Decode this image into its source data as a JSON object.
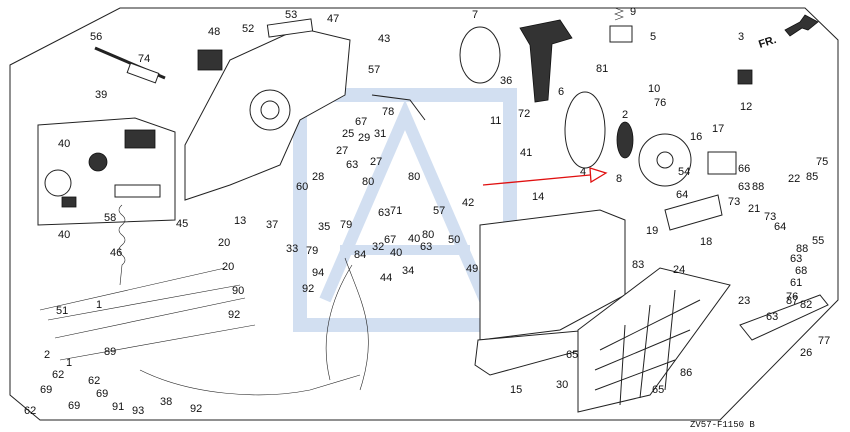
{
  "direction_label": "FR.",
  "diagram_code": "ZV57-F1150 B",
  "callouts": [
    {
      "id": "c53",
      "text": "53"
    },
    {
      "id": "c47",
      "text": "47"
    },
    {
      "id": "c56",
      "text": "56"
    },
    {
      "id": "c48",
      "text": "48"
    },
    {
      "id": "c52",
      "text": "52"
    },
    {
      "id": "c74",
      "text": "74"
    },
    {
      "id": "c43",
      "text": "43"
    },
    {
      "id": "c57a",
      "text": "57"
    },
    {
      "id": "c7",
      "text": "7"
    },
    {
      "id": "c9",
      "text": "9"
    },
    {
      "id": "c5",
      "text": "5"
    },
    {
      "id": "c3",
      "text": "3"
    },
    {
      "id": "c12",
      "text": "12"
    },
    {
      "id": "c36",
      "text": "36"
    },
    {
      "id": "c81",
      "text": "81"
    },
    {
      "id": "c6",
      "text": "6"
    },
    {
      "id": "c10",
      "text": "10"
    },
    {
      "id": "c76a",
      "text": "76"
    },
    {
      "id": "c39",
      "text": "39"
    },
    {
      "id": "c11",
      "text": "11"
    },
    {
      "id": "c72",
      "text": "72"
    },
    {
      "id": "c25",
      "text": "25"
    },
    {
      "id": "c29",
      "text": "29"
    },
    {
      "id": "c31",
      "text": "31"
    },
    {
      "id": "c67a",
      "text": "67"
    },
    {
      "id": "c78",
      "text": "78"
    },
    {
      "id": "c2a",
      "text": "2"
    },
    {
      "id": "c16",
      "text": "16"
    },
    {
      "id": "c40a",
      "text": "40"
    },
    {
      "id": "c27a",
      "text": "27"
    },
    {
      "id": "c63a",
      "text": "63"
    },
    {
      "id": "c27b",
      "text": "27"
    },
    {
      "id": "c41",
      "text": "41"
    },
    {
      "id": "c17",
      "text": "17"
    },
    {
      "id": "c4",
      "text": "4"
    },
    {
      "id": "c8",
      "text": "8"
    },
    {
      "id": "c75",
      "text": "75"
    },
    {
      "id": "c60",
      "text": "60"
    },
    {
      "id": "c28",
      "text": "28"
    },
    {
      "id": "c80a",
      "text": "80"
    },
    {
      "id": "c80b",
      "text": "80"
    },
    {
      "id": "c54",
      "text": "54"
    },
    {
      "id": "c66",
      "text": "66"
    },
    {
      "id": "c22",
      "text": "22"
    },
    {
      "id": "c85",
      "text": "85"
    },
    {
      "id": "c63b",
      "text": "63"
    },
    {
      "id": "c88a",
      "text": "88"
    },
    {
      "id": "c40b",
      "text": "40"
    },
    {
      "id": "c58",
      "text": "58"
    },
    {
      "id": "c45",
      "text": "45"
    },
    {
      "id": "c13",
      "text": "13"
    },
    {
      "id": "c37",
      "text": "37"
    },
    {
      "id": "c35",
      "text": "35"
    },
    {
      "id": "c79a",
      "text": "79"
    },
    {
      "id": "c57b",
      "text": "57"
    },
    {
      "id": "c42",
      "text": "42"
    },
    {
      "id": "c14",
      "text": "14"
    },
    {
      "id": "c64",
      "text": "64"
    },
    {
      "id": "c73a",
      "text": "73"
    },
    {
      "id": "c21",
      "text": "21"
    },
    {
      "id": "c73b",
      "text": "73"
    },
    {
      "id": "c19",
      "text": "19"
    },
    {
      "id": "c63c",
      "text": "63"
    },
    {
      "id": "c71",
      "text": "71"
    },
    {
      "id": "c40c",
      "text": "40"
    },
    {
      "id": "c67b",
      "text": "67"
    },
    {
      "id": "c80c",
      "text": "80"
    },
    {
      "id": "c63d",
      "text": "63"
    },
    {
      "id": "c64b",
      "text": "64"
    },
    {
      "id": "c88b",
      "text": "88"
    },
    {
      "id": "c55",
      "text": "55"
    },
    {
      "id": "c46",
      "text": "46"
    },
    {
      "id": "c20a",
      "text": "20"
    },
    {
      "id": "c79b",
      "text": "79"
    },
    {
      "id": "c32",
      "text": "32"
    },
    {
      "id": "c26",
      "text": "26"
    },
    {
      "id": "c40d",
      "text": "40"
    },
    {
      "id": "c18",
      "text": "18"
    },
    {
      "id": "c63e",
      "text": "63"
    },
    {
      "id": "c61",
      "text": "61"
    },
    {
      "id": "c68",
      "text": "68"
    },
    {
      "id": "c33",
      "text": "33"
    },
    {
      "id": "c84",
      "text": "84"
    },
    {
      "id": "c44",
      "text": "44"
    },
    {
      "id": "c34",
      "text": "34"
    },
    {
      "id": "c50",
      "text": "50"
    },
    {
      "id": "c49",
      "text": "49"
    },
    {
      "id": "c83",
      "text": "83"
    },
    {
      "id": "c24",
      "text": "24"
    },
    {
      "id": "c20b",
      "text": "20"
    },
    {
      "id": "c94",
      "text": "94"
    },
    {
      "id": "c92a",
      "text": "92"
    },
    {
      "id": "c90",
      "text": "90"
    },
    {
      "id": "c1a",
      "text": "1"
    },
    {
      "id": "c51",
      "text": "51"
    },
    {
      "id": "c92b",
      "text": "92"
    },
    {
      "id": "c23",
      "text": "23"
    },
    {
      "id": "c87",
      "text": "87"
    },
    {
      "id": "c76b",
      "text": "76"
    },
    {
      "id": "c63f",
      "text": "63"
    },
    {
      "id": "c82",
      "text": "82"
    },
    {
      "id": "c77",
      "text": "77"
    },
    {
      "id": "c2b",
      "text": "2"
    },
    {
      "id": "c89",
      "text": "89"
    },
    {
      "id": "c62a",
      "text": "62"
    },
    {
      "id": "c1b",
      "text": "1"
    },
    {
      "id": "c65a",
      "text": "65"
    },
    {
      "id": "c86",
      "text": "86"
    },
    {
      "id": "c93",
      "text": "93"
    },
    {
      "id": "c69a",
      "text": "69"
    },
    {
      "id": "c69b",
      "text": "69"
    },
    {
      "id": "c91",
      "text": "91"
    },
    {
      "id": "c38",
      "text": "38"
    },
    {
      "id": "c92c",
      "text": "92"
    },
    {
      "id": "c15",
      "text": "15"
    },
    {
      "id": "c30",
      "text": "30"
    },
    {
      "id": "c65b",
      "text": "65"
    },
    {
      "id": "c62b",
      "text": "62"
    },
    {
      "id": "c62c",
      "text": "62"
    },
    {
      "id": "c69c",
      "text": "69"
    }
  ],
  "colors": {
    "line": "#222222",
    "highlight_arrow": "#e01010",
    "watermark": "#7fa6d8"
  }
}
